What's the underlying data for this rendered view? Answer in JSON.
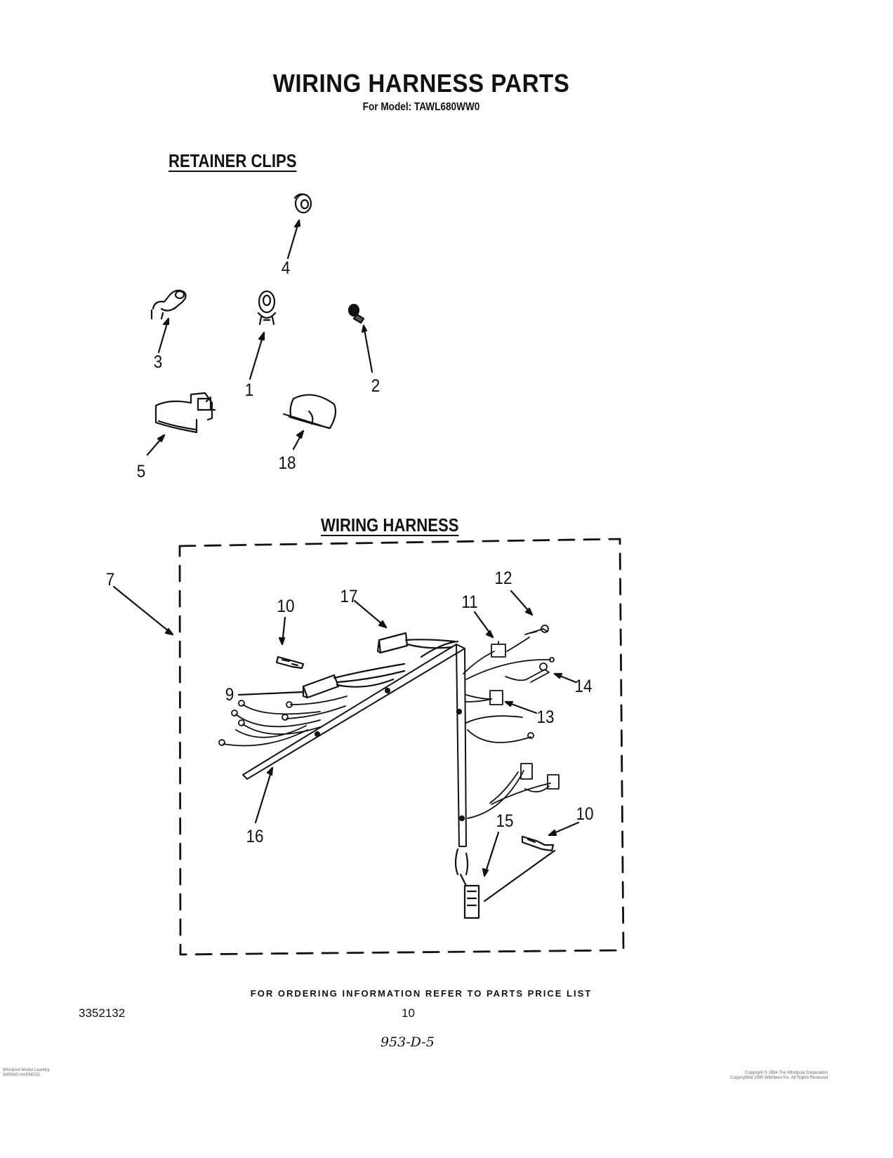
{
  "header": {
    "title": "WIRING HARNESS PARTS",
    "model_line": "For Model: TAWL680WW0"
  },
  "sections": {
    "retainer_clips": "RETAINER CLIPS",
    "wiring_harness": "WIRING HARNESS"
  },
  "callouts": {
    "c1": "1",
    "c2": "2",
    "c3": "3",
    "c4": "4",
    "c5": "5",
    "c18": "18",
    "c7": "7",
    "c9": "9",
    "c10a": "10",
    "c10b": "10",
    "c11": "11",
    "c12": "12",
    "c13": "13",
    "c14": "14",
    "c15": "15",
    "c16": "16",
    "c17": "17"
  },
  "footer": {
    "ordering_note": "FOR ORDERING INFORMATION REFER TO PARTS PRICE LIST",
    "doc_number": "3352132",
    "page_number": "10",
    "handwritten": "953-D-5"
  },
  "fine_print": {
    "left": "Whirlpool Model Laundry\nWIRING HARNESS",
    "right": "Copyright © 1994 The Whirlpool Corporation\nCopyrighted 1995 Whirlpool Inc. All Rights Reserved"
  }
}
